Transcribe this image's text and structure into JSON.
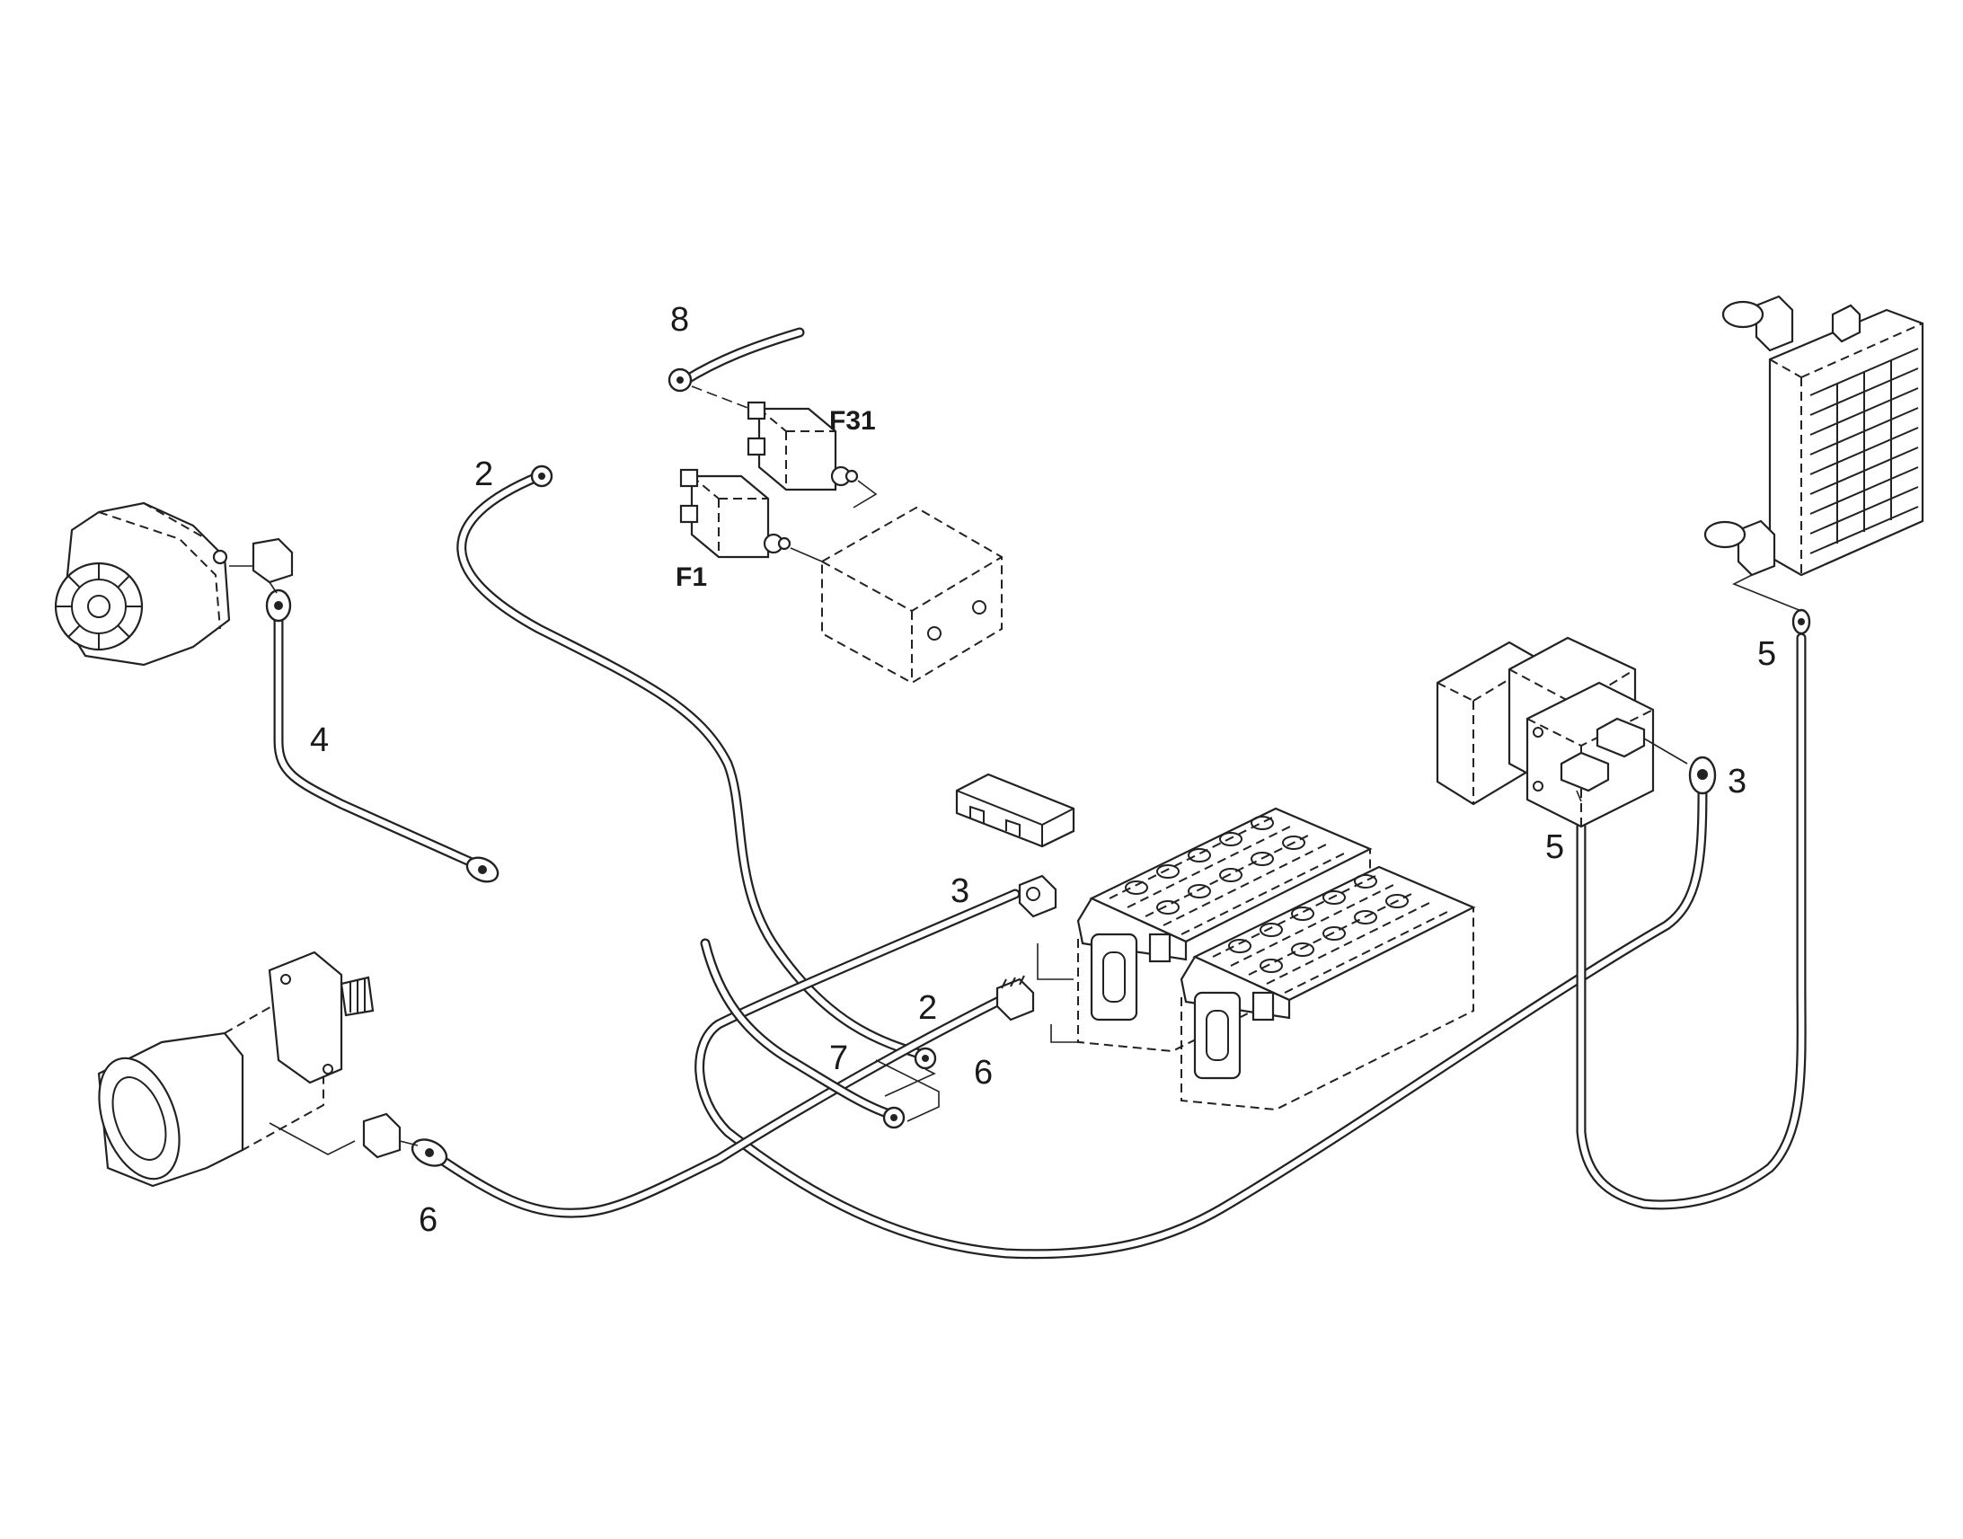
{
  "diagram": {
    "labels": {
      "l8": "8",
      "f31": "F31",
      "f1": "F1",
      "l2a": "2",
      "l4": "4",
      "l3a": "3",
      "l2b": "2",
      "l7": "7",
      "l6a": "6",
      "l6b": "6",
      "l5a": "5",
      "l5b": "5",
      "l3b": "3"
    }
  }
}
